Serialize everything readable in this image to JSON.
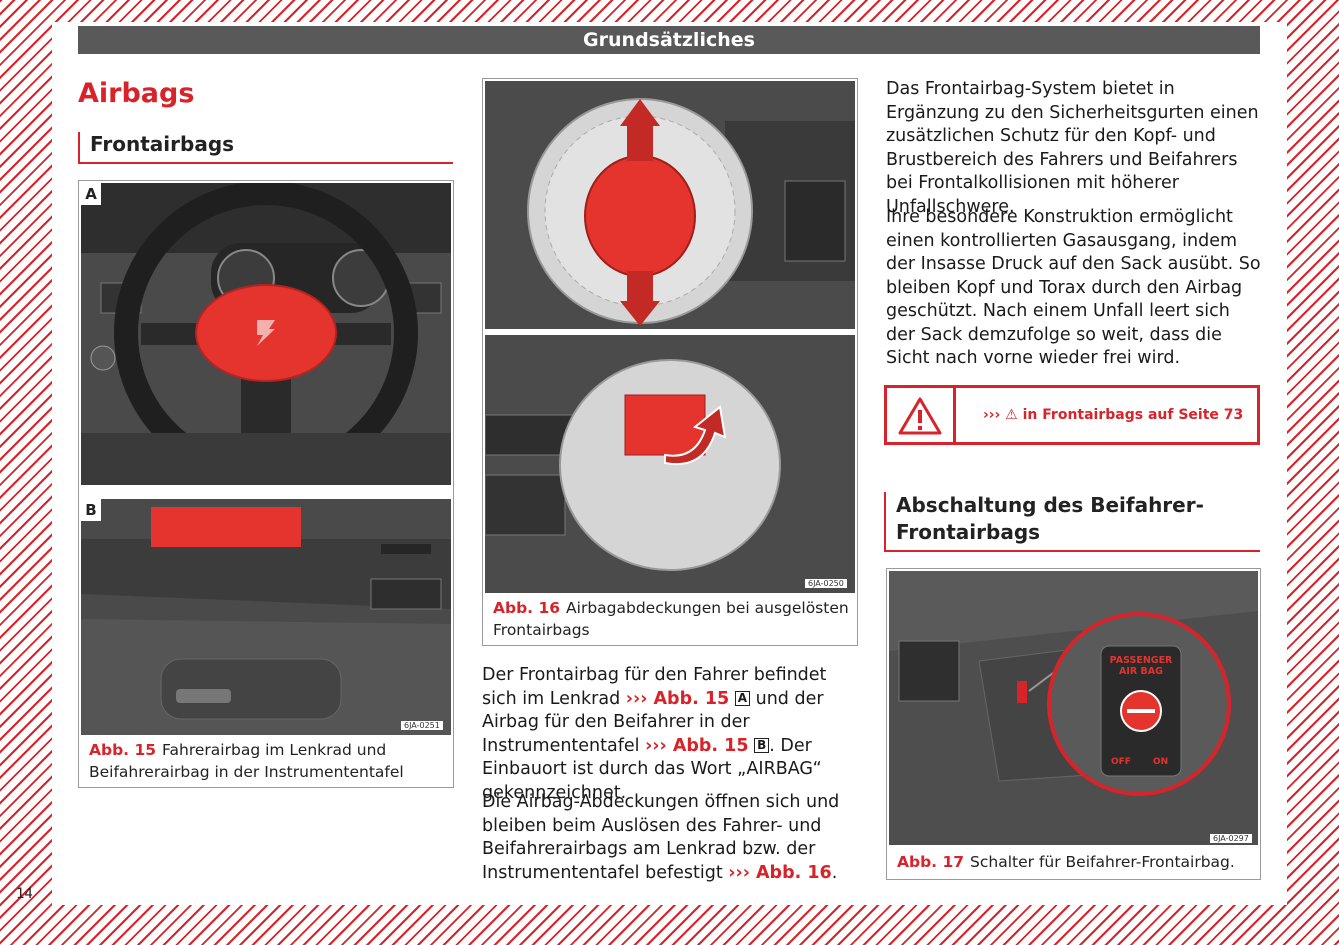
{
  "header": {
    "title": "Grundsätzliches"
  },
  "heading": "Airbags",
  "sections": {
    "frontairbags": "Frontairbags",
    "abschaltung": "Abschaltung des Beifahrer-Frontairbags"
  },
  "fig15": {
    "label_a": "A",
    "label_b": "B",
    "code": "6JA-0251",
    "num": "Abb. 15",
    "text": "Fahrerairbag im Lenkrad und Beifahrerairbag in der Instrumententafel"
  },
  "fig16": {
    "code": "6JA-0250",
    "num": "Abb. 16",
    "text": "Airbagabdeckungen bei ausgelösten Frontairbags"
  },
  "fig17": {
    "code": "6JA-0297",
    "num": "Abb. 17",
    "text": "Schalter für Beifahrer-Frontairbag.",
    "switch_label_1": "PASSENGER",
    "switch_label_2": "AIR BAG",
    "off": "OFF",
    "on": "ON"
  },
  "col2": {
    "p1_a": "Der Frontairbag für den Fahrer befindet sich im Lenkrad ",
    "p1_ref1": "››› Abb. 15",
    "p1_box1": "A",
    "p1_b": " und der Airbag für den Beifahrer in der Instrumententafel ",
    "p1_ref2": "››› Abb. 15",
    "p1_box2": "B",
    "p1_c": ". Der Einbauort ist durch das Wort „AIRBAG“ gekennzeichnet.",
    "p2_a": "Die Airbag-Abdeckungen öffnen sich und bleiben beim Auslösen des Fahrer- und Beifahrerairbags am Lenkrad bzw. der Instrumententafel befestigt ",
    "p2_ref": "››› Abb. 16",
    "p2_b": "."
  },
  "col3": {
    "p1": "Das Frontairbag-System bietet in Ergänzung zu den Sicherheitsgurten einen zusätzlichen Schutz für den Kopf- und Brustbereich des Fahrers und Beifahrers bei Frontalkollisionen mit höherer Unfallschwere.",
    "p2": "Ihre besondere Konstruktion ermöglicht einen kontrollierten Gasausgang, indem der Insasse Druck auf den Sack ausübt. So bleiben Kopf und Torax durch den Airbag geschützt. Nach einem Unfall leert sich der Sack demzufolge so weit, dass die Sicht nach vorne wieder frei wird."
  },
  "warning": {
    "text": "››› ⚠ in Frontairbags auf Seite 73"
  },
  "page_number": "14",
  "colors": {
    "accent": "#d8232a",
    "header": "#595959"
  }
}
